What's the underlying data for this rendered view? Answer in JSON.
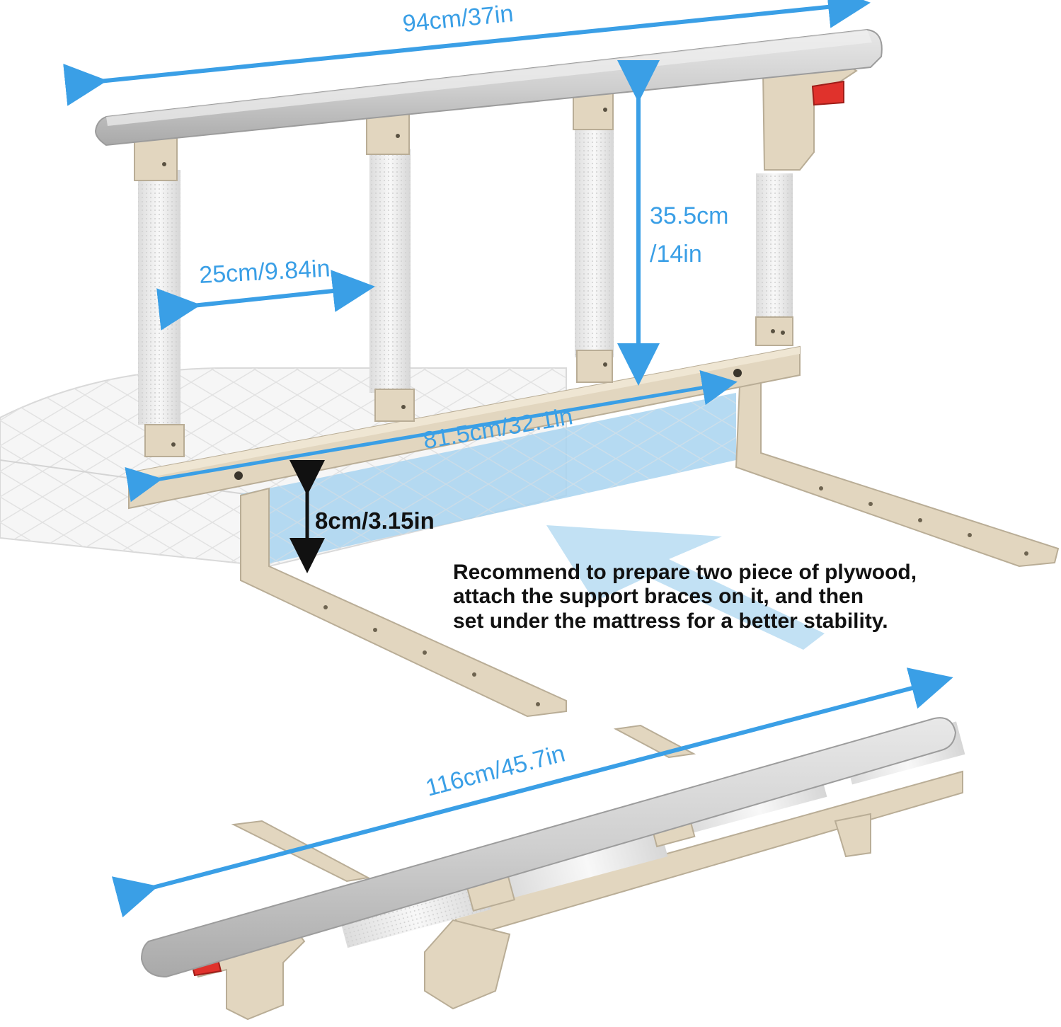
{
  "dimensions": {
    "top_length": "94cm/37in",
    "spacing": "25cm/9.84in",
    "height_cm": "35.5cm",
    "height_in": "/14in",
    "base_length": "81.5cm/32.1in",
    "thickness": "8cm/3.15in",
    "folded_length": "116cm/45.7in"
  },
  "note": {
    "line1": "Recommend to prepare two piece of plywood,",
    "line2": "attach the support braces on it, and then",
    "line3": "set under the mattress for a better stability."
  },
  "colors": {
    "arrow": "#3a9fe6",
    "rail": "#c9c9c9",
    "frame": "#e2d6bf",
    "pad": "#efefef",
    "highlight": "#a8d4f0",
    "lever": "#e0322c"
  }
}
